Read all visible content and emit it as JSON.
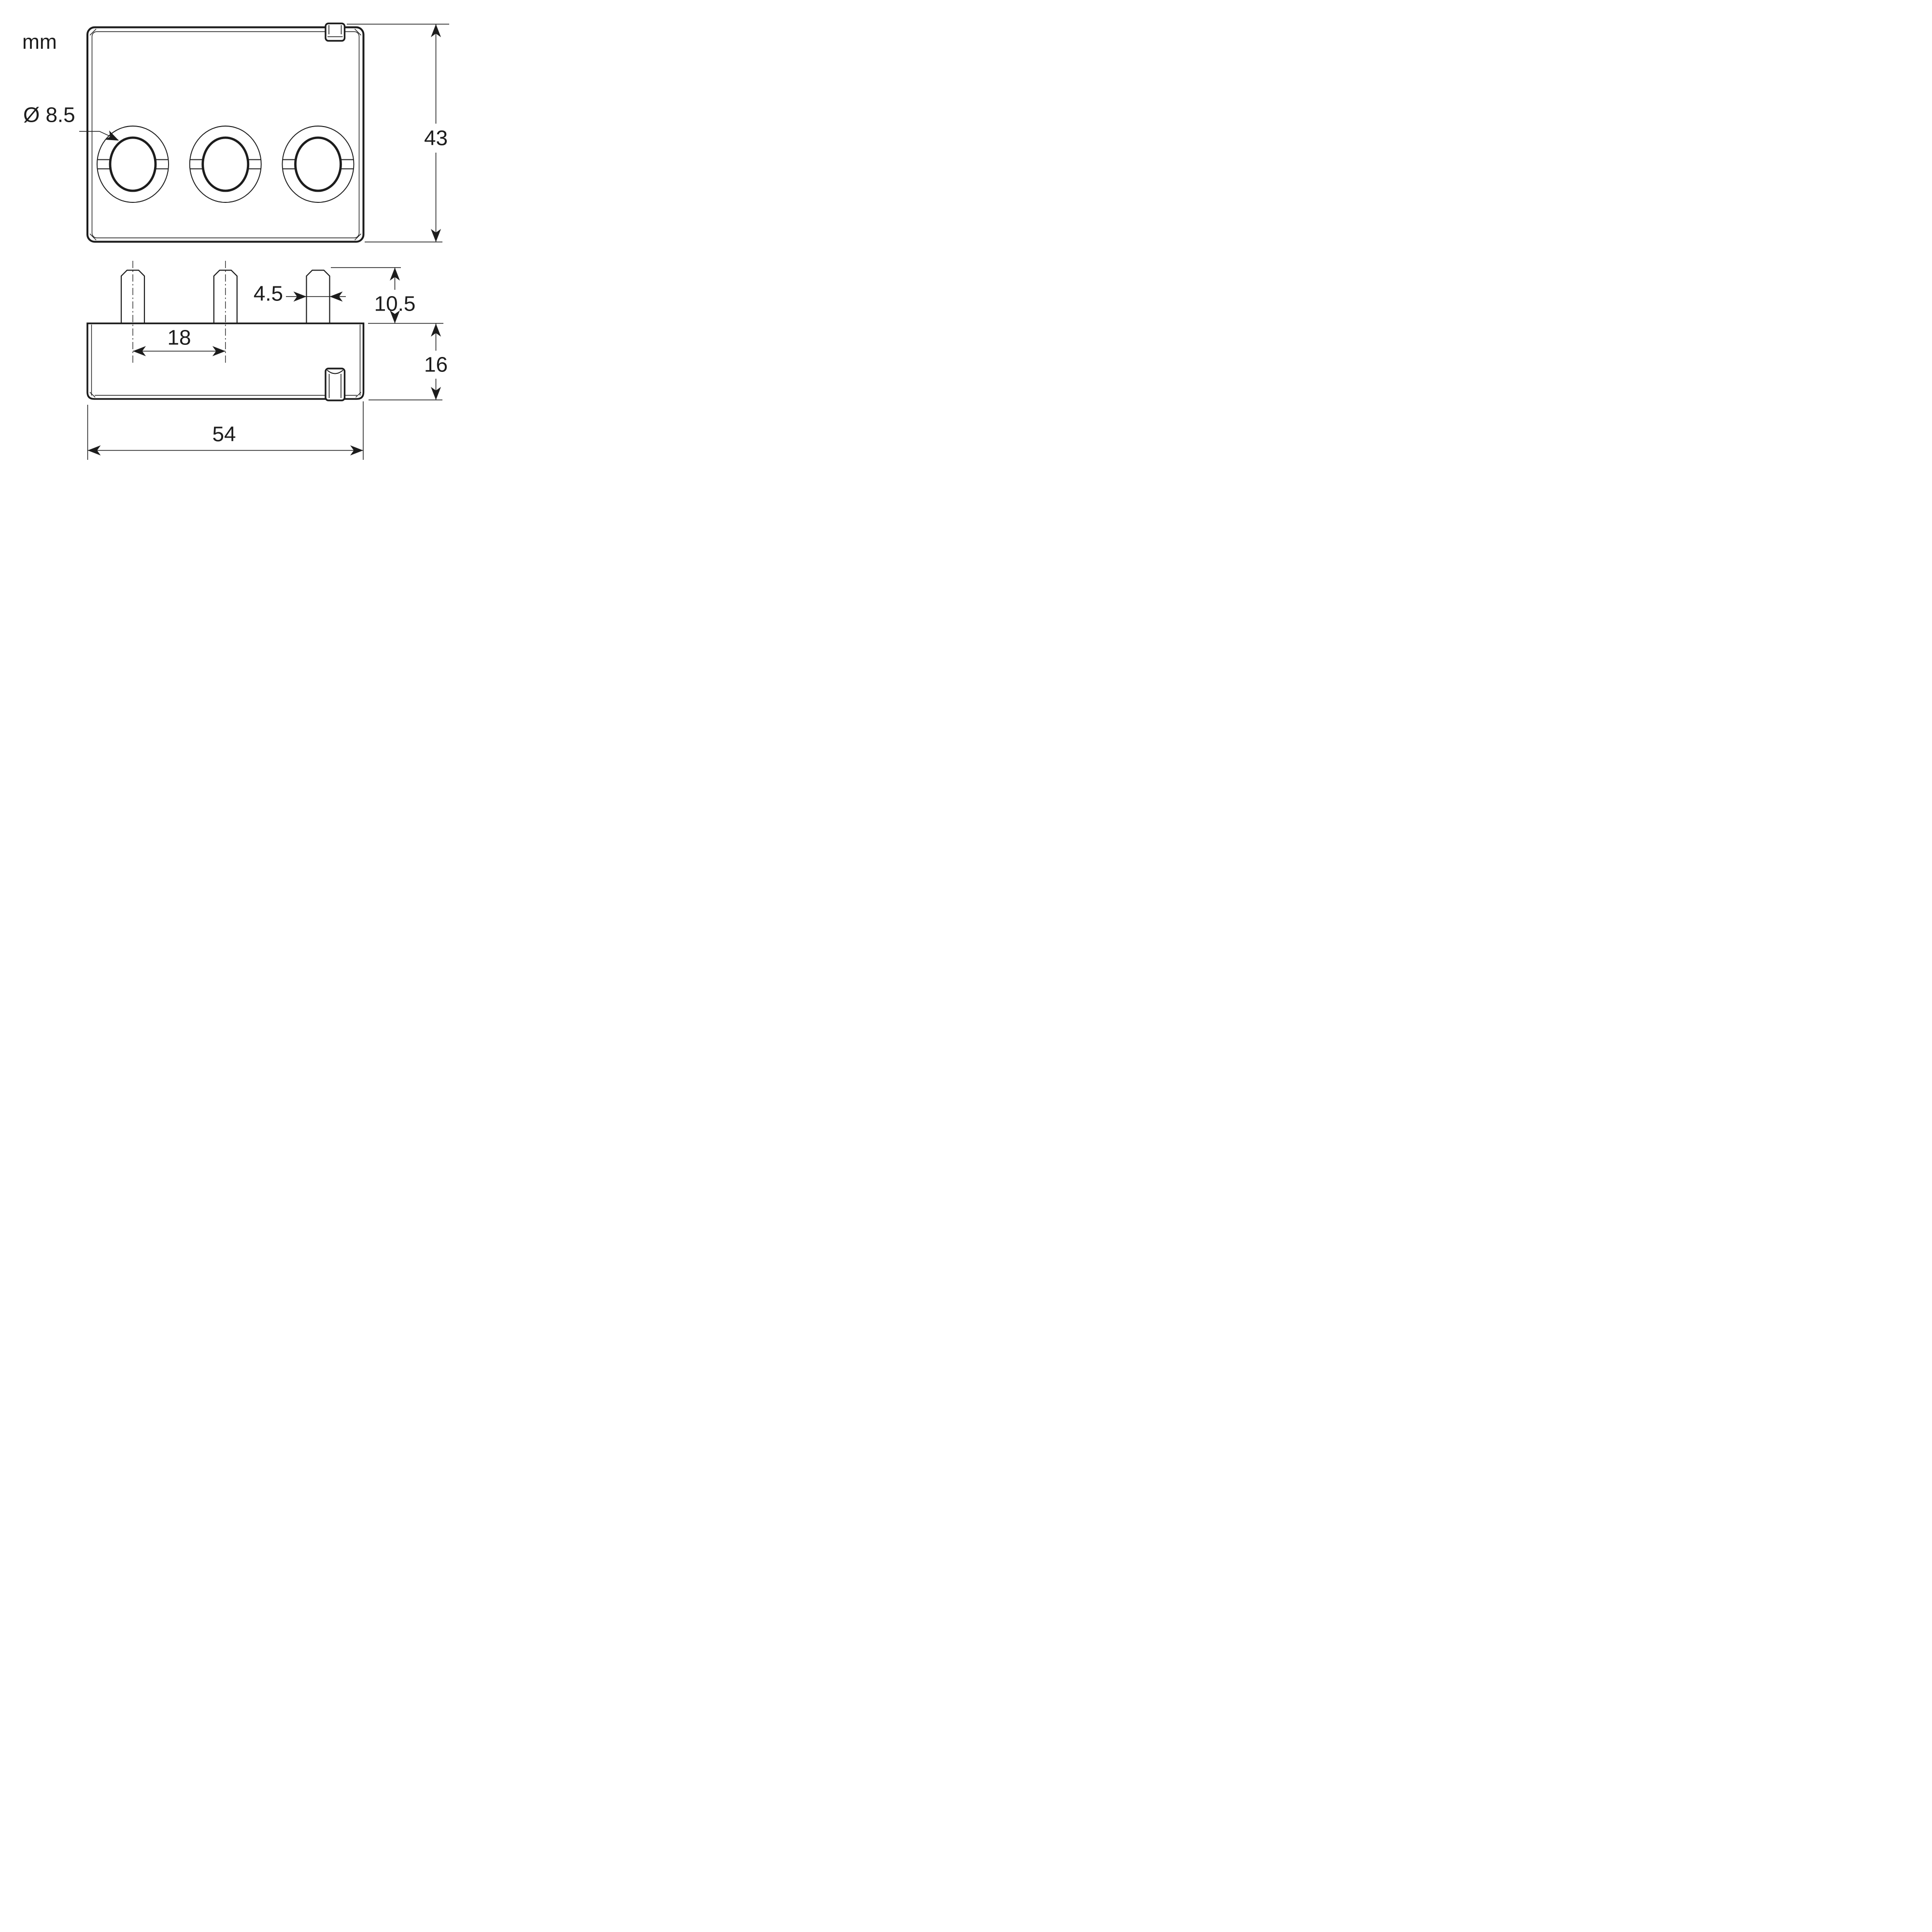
{
  "units_label": "mm",
  "colors": {
    "line": "#1c1c1c",
    "background": "#ffffff"
  },
  "views": {
    "top_view": "front face of plate",
    "bottom_view": "side profile with pins"
  },
  "counts": {
    "holes": 3,
    "pins": 3,
    "clips": 2
  },
  "dimensions": {
    "hole_diameter": {
      "label": "Ø 8.5",
      "value": 8.5,
      "unit": "mm"
    },
    "plate_height": {
      "label": "43",
      "value": 43,
      "unit": "mm"
    },
    "pin_spacing": {
      "label": "18",
      "value": 18,
      "unit": "mm"
    },
    "pin_width": {
      "label": "4.5",
      "value": 4.5,
      "unit": "mm"
    },
    "pin_height": {
      "label": "10.5",
      "value": 10.5,
      "unit": "mm"
    },
    "body_height": {
      "label": "16",
      "value": 16,
      "unit": "mm"
    },
    "body_width": {
      "label": "54",
      "value": 54,
      "unit": "mm"
    }
  }
}
